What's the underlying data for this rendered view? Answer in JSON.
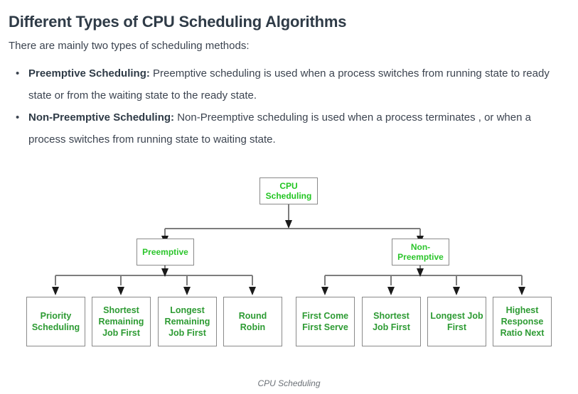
{
  "article": {
    "title": "Different Types of CPU Scheduling Algorithms",
    "intro": "There are mainly two types of scheduling methods:",
    "bullets": [
      {
        "term": "Preemptive Scheduling:",
        "text": " Preemptive scheduling is used when a process switches from running state to ready state or from the waiting state to the ready state."
      },
      {
        "term": "Non-Preemptive Scheduling:",
        "text": " Non-Preemptive scheduling is used when a process terminates , or when a process switches from running state to waiting state."
      }
    ]
  },
  "figure": {
    "caption": "CPU Scheduling",
    "colors": {
      "root_text": "#21c521",
      "mid_text": "#2cc52c",
      "leaf_text": "#2d9b33",
      "box_border": "#8a8a8a",
      "connector": "#7d7d7d",
      "arrow": "#1a1a1a"
    },
    "root": {
      "label": "CPU\nScheduling",
      "line1": "CPU",
      "line2": "Scheduling"
    },
    "branches": [
      {
        "label": "Preemptive",
        "lines": [
          "Preemptive"
        ],
        "children": [
          {
            "lines": [
              "Priority",
              "Scheduling"
            ]
          },
          {
            "lines": [
              "Shortest",
              "Remaining",
              "Job First"
            ]
          },
          {
            "lines": [
              "Longest",
              "Remaining",
              "Job First"
            ]
          },
          {
            "lines": [
              "Round",
              "Robin"
            ]
          }
        ]
      },
      {
        "label": "Non-Preemptive",
        "lines": [
          "Non-",
          "Preemptive"
        ],
        "children": [
          {
            "lines": [
              "First Come",
              "First Serve"
            ]
          },
          {
            "lines": [
              "Shortest",
              "Job First"
            ]
          },
          {
            "lines": [
              "Longest Job",
              "First"
            ]
          },
          {
            "lines": [
              "Highest",
              "Response",
              "Ratio Next"
            ]
          }
        ]
      }
    ]
  }
}
